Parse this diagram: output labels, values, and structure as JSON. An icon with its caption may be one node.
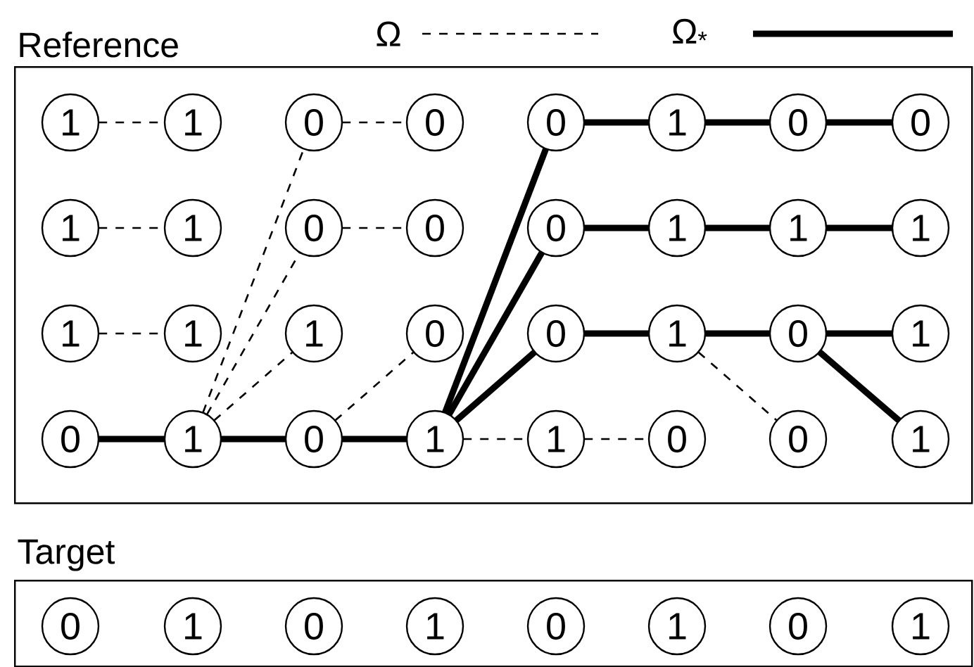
{
  "diagram": {
    "nodes": [
      {
        "text": [
          "Reference"
        ]
      },
      {
        "text": [
          "1"
        ],
        "in": 0
      },
      {
        "text": [
          "1"
        ],
        "in": 0
      },
      {
        "text": [
          "0"
        ],
        "in": 0
      },
      {
        "text": [
          "0"
        ],
        "in": 0
      },
      {
        "text": [
          "0"
        ],
        "in": 0
      },
      {
        "text": [
          "1"
        ],
        "in": 0
      },
      {
        "text": [
          "0"
        ],
        "in": 0
      },
      {
        "text": [
          "0"
        ],
        "in": 0
      },
      {
        "text": [
          "1"
        ],
        "in": 0
      },
      {
        "text": [
          "1"
        ],
        "in": 0
      },
      {
        "text": [
          "0"
        ],
        "in": 0
      },
      {
        "text": [
          "0"
        ],
        "in": 0
      },
      {
        "text": [
          "0"
        ],
        "in": 0
      },
      {
        "text": [
          "1"
        ],
        "in": 0
      },
      {
        "text": [
          "1"
        ],
        "in": 0
      },
      {
        "text": [
          "1"
        ],
        "in": 0
      },
      {
        "text": [
          "1"
        ],
        "in": 0
      },
      {
        "text": [
          "1"
        ],
        "in": 0
      },
      {
        "text": [
          "1"
        ],
        "in": 0
      },
      {
        "text": [
          "0"
        ],
        "in": 0
      },
      {
        "text": [
          "0"
        ],
        "in": 0
      },
      {
        "text": [
          "1"
        ],
        "in": 0
      },
      {
        "text": [
          "0"
        ],
        "in": 0
      },
      {
        "text": [
          "1"
        ],
        "in": 0
      },
      {
        "text": [
          "0"
        ],
        "in": 0
      },
      {
        "text": [
          "1"
        ],
        "in": 0
      },
      {
        "text": [
          "0"
        ],
        "in": 0
      },
      {
        "text": [
          "1"
        ],
        "in": 0
      },
      {
        "text": [
          "1"
        ],
        "in": 0
      },
      {
        "text": [
          "0"
        ],
        "in": 0
      },
      {
        "text": [
          "0"
        ],
        "in": 0
      },
      {
        "text": [
          "1"
        ],
        "in": 0
      },
      {
        "text": [
          "Target"
        ]
      },
      {
        "text": [
          "0"
        ],
        "in": 33
      },
      {
        "text": [
          "1"
        ],
        "in": 33
      },
      {
        "text": [
          "0"
        ],
        "in": 33
      },
      {
        "text": [
          "1"
        ],
        "in": 33
      },
      {
        "text": [
          "0"
        ],
        "in": 33
      },
      {
        "text": [
          "1"
        ],
        "in": 33
      },
      {
        "text": [
          "0"
        ],
        "in": 33
      },
      {
        "text": [
          "1"
        ],
        "in": 33
      }
    ],
    "edges": [
      {
        "from": 1,
        "to": 2,
        "arrow": "none",
        "style": "dashed"
      },
      {
        "from": 3,
        "to": 4,
        "arrow": "none",
        "style": "dashed"
      },
      {
        "from": 9,
        "to": 10,
        "arrow": "none",
        "style": "dashed"
      },
      {
        "from": 11,
        "to": 12,
        "arrow": "none",
        "style": "dashed"
      },
      {
        "from": 17,
        "to": 18,
        "arrow": "none",
        "style": "dashed"
      },
      {
        "from": 26,
        "to": 3,
        "arrow": "none",
        "style": "dashed"
      },
      {
        "from": 26,
        "to": 11,
        "arrow": "none",
        "style": "dashed"
      },
      {
        "from": 26,
        "to": 19,
        "arrow": "none",
        "style": "dashed"
      },
      {
        "from": 27,
        "to": 20,
        "arrow": "none",
        "style": "dashed"
      },
      {
        "from": 28,
        "to": 29,
        "arrow": "none",
        "style": "dashed"
      },
      {
        "from": 29,
        "to": 30,
        "arrow": "none",
        "style": "dashed"
      },
      {
        "from": 22,
        "to": 31,
        "arrow": "none",
        "style": "dashed"
      },
      {
        "from": 25,
        "to": 26,
        "arrow": "none"
      },
      {
        "from": 26,
        "to": 27,
        "arrow": "none"
      },
      {
        "from": 27,
        "to": 28,
        "arrow": "none"
      },
      {
        "from": 28,
        "to": 5,
        "arrow": "none"
      },
      {
        "from": 28,
        "to": 13,
        "arrow": "none"
      },
      {
        "from": 28,
        "to": 21,
        "arrow": "none"
      },
      {
        "from": 5,
        "to": 6,
        "arrow": "none"
      },
      {
        "from": 6,
        "to": 7,
        "arrow": "none"
      },
      {
        "from": 7,
        "to": 8,
        "arrow": "none"
      },
      {
        "from": 13,
        "to": 14,
        "arrow": "none"
      },
      {
        "from": 14,
        "to": 15,
        "arrow": "none"
      },
      {
        "from": 15,
        "to": 16,
        "arrow": "none"
      },
      {
        "from": 21,
        "to": 22,
        "arrow": "none"
      },
      {
        "from": 22,
        "to": 23,
        "arrow": "none"
      },
      {
        "from": 23,
        "to": 24,
        "arrow": "none"
      },
      {
        "from": 23,
        "to": 32,
        "arrow": "none"
      }
    ],
    "legend": [
      {
        "text": "Ω"
      },
      {
        "text": "Ω$_{*}$"
      }
    ]
  }
}
